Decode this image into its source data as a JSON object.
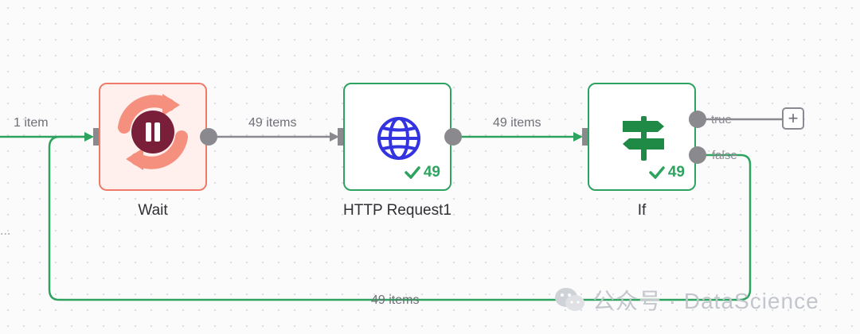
{
  "nodes": {
    "wait": {
      "title": "Wait"
    },
    "http": {
      "title": "HTTP Request1",
      "count": "49"
    },
    "if": {
      "title": "If",
      "count": "49"
    }
  },
  "connections": {
    "incoming": "1 item",
    "wait_to_http": "49 items",
    "http_to_if": "49 items",
    "loop_back": "49 items"
  },
  "branches": {
    "true_label": "true",
    "false_label": "false"
  },
  "add_button": "+",
  "overflow_text": "...",
  "watermark": {
    "brand": "公众号 · DataScience"
  },
  "colors": {
    "success": "#2ea35f",
    "wait_accent": "#f07a6a",
    "connector": "#888888"
  }
}
